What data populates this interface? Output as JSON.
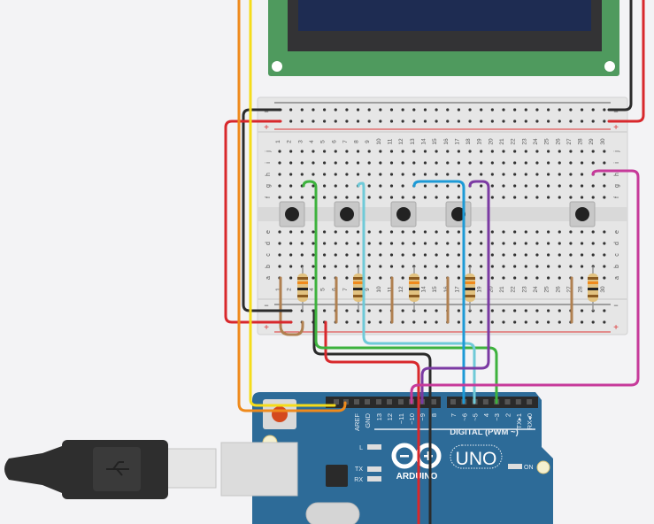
{
  "lcd": {
    "board_color": "#4f9a5e",
    "screen_color": "#1e2c52"
  },
  "breadboard": {
    "row_letters_top": [
      "j",
      "i",
      "h",
      "g",
      "f"
    ],
    "row_letters_bottom": [
      "e",
      "d",
      "c",
      "b",
      "a"
    ],
    "columns": [
      "1",
      "2",
      "3",
      "4",
      "5",
      "6",
      "7",
      "8",
      "9",
      "10",
      "11",
      "12",
      "13",
      "14",
      "15",
      "16",
      "17",
      "18",
      "19",
      "20",
      "21",
      "22",
      "23",
      "24",
      "25",
      "26",
      "27",
      "28",
      "29",
      "30"
    ],
    "rail_minus": "−",
    "rail_plus": "+"
  },
  "arduino": {
    "board_color": "#2d6b98",
    "pins_left": [
      "AREF",
      "GND",
      "13",
      "12",
      "~11",
      "~10",
      "~9",
      "8"
    ],
    "pins_right": [
      "7",
      "~6",
      "~5",
      "4",
      "~3",
      "2",
      "TX▸1",
      "RX◂0"
    ],
    "digital_label": "DIGITAL (PWM ~)",
    "brand": "ARDUINO",
    "model": "UNO",
    "led_labels": {
      "l": "L",
      "tx": "TX",
      "rx": "RX",
      "on": "ON"
    }
  },
  "wire_colors": {
    "black": "#2b2b2b",
    "red": "#d8282c",
    "orange": "#ef8a1c",
    "yellow": "#f5dc1a",
    "green": "#3db23d",
    "cyan": "#6fcad8",
    "blue": "#1d9ad6",
    "purple": "#7b3aa3",
    "magenta": "#c63a9a",
    "brown": "#b08050"
  }
}
